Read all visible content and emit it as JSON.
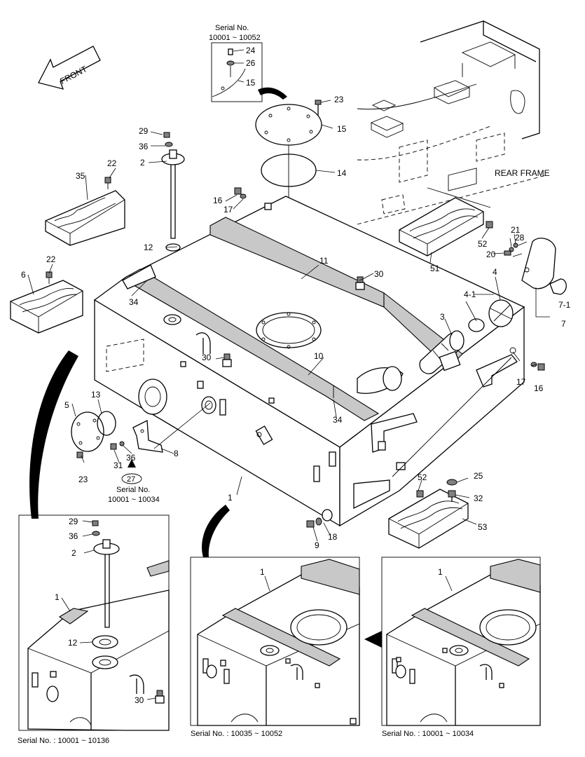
{
  "front_arrow": {
    "label": "FRONT"
  },
  "rear_frame": {
    "label": "REAR FRAME"
  },
  "top_callout": {
    "serial_title": "Serial No.",
    "serial_range": "10001 ~ 10052"
  },
  "left_callout": {
    "serial_title": "Serial No.",
    "serial_range": "10001 ~ 10034",
    "ref": "27"
  },
  "inset_left": {
    "caption": "Serial No. : 10001 ~ 10136"
  },
  "inset_mid": {
    "caption": "Serial No. : 10035 ~ 10052"
  },
  "inset_right": {
    "caption": "Serial No. : 10001 ~ 10034"
  },
  "parts": {
    "p1": "1",
    "p2": "2",
    "p3": "3",
    "p4": "4",
    "p4_1": "4-1",
    "p5": "5",
    "p6": "6",
    "p7": "7",
    "p7_1": "7-1",
    "p8": "8",
    "p9": "9",
    "p10": "10",
    "p11": "11",
    "p12": "12",
    "p13": "13",
    "p14": "14",
    "p15": "15",
    "p16": "16",
    "p17": "17",
    "p18": "18",
    "p20": "20",
    "p21": "21",
    "p22": "22",
    "p23": "23",
    "p24": "24",
    "p25": "25",
    "p26": "26",
    "p28": "28",
    "p29": "29",
    "p30": "30",
    "p31": "31",
    "p32": "32",
    "p34": "34",
    "p35": "35",
    "p36": "36",
    "p51": "51",
    "p52": "52",
    "p53": "53"
  }
}
